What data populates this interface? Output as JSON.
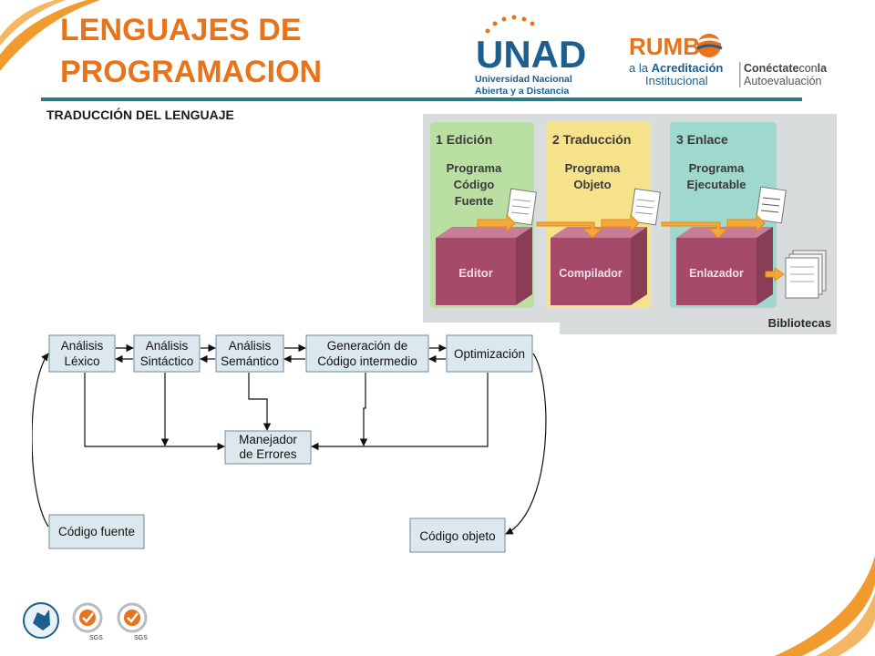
{
  "slide": {
    "title_line1": "LENGUAJES DE",
    "title_line2": "PROGRAMACION",
    "subtitle": "TRADUCCIÓN DEL LENGUAJE"
  },
  "logos": {
    "unad": {
      "wordmark": "UNAD",
      "line1": "Universidad Nacional",
      "line2": "Abierta y a Distancia"
    },
    "rumbo": {
      "wordmark": "RUMB",
      "line1a": "a la ",
      "line1b": "Acreditación",
      "line2": "Institucional",
      "tag1a": "Conéctate",
      "tag1b": "con",
      "tag1c": "la",
      "tag2": "Autoevaluación"
    },
    "footer_badges": [
      "SGS",
      "SGS"
    ]
  },
  "process": {
    "phases": [
      {
        "num": "1",
        "name": "Edición",
        "product_l1": "Programa",
        "product_l2": "Código",
        "product_l3": "Fuente",
        "tool": "Editor"
      },
      {
        "num": "2",
        "name": "Traducción",
        "product_l1": "Programa",
        "product_l2": "Objeto",
        "product_l3": "",
        "tool": "Compilador"
      },
      {
        "num": "3",
        "name": "Enlace",
        "product_l1": "Programa",
        "product_l2": "Ejecutable",
        "product_l3": "",
        "tool": "Enlazador"
      }
    ],
    "libraries": "Bibliotecas"
  },
  "compiler": {
    "lexico_l1": "Análisis",
    "lexico_l2": "Léxico",
    "sintactico_l1": "Análisis",
    "sintactico_l2": "Sintáctico",
    "semantico_l1": "Análisis",
    "semantico_l2": "Semántico",
    "intermedio_l1": "Generación de",
    "intermedio_l2": "Código intermedio",
    "optimizacion": "Optimización",
    "errores_l1": "Manejador",
    "errores_l2": "de Errores",
    "fuente": "Código fuente",
    "objeto": "Código objeto"
  },
  "colors": {
    "title": "#e8731a",
    "rule": "#2c7a84",
    "box_fill": "#dce8ee",
    "box_stroke": "#6f8b99"
  }
}
